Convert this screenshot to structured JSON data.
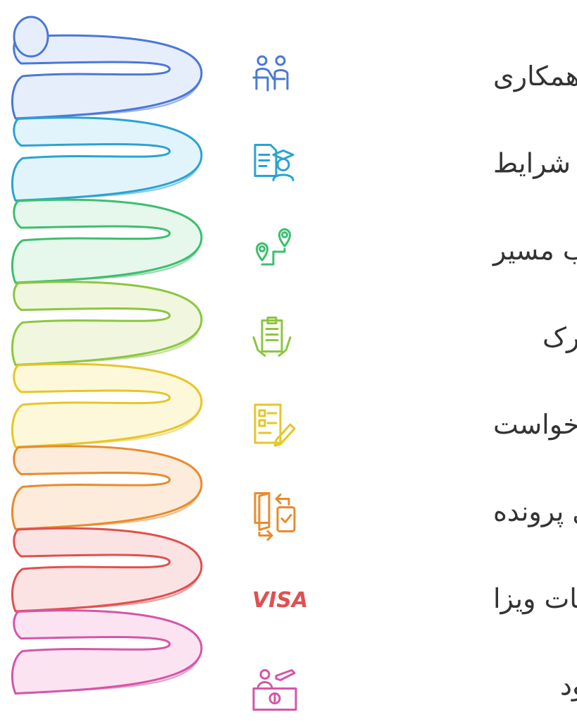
{
  "steps": [
    {
      "label": "شروع همکاری",
      "icon": "collaboration-icon",
      "color": "#4a78d6",
      "fill": "#e7eefb"
    },
    {
      "label": "تحلیل شرایط",
      "icon": "document-graduate-icon",
      "color": "#2aa3d4",
      "fill": "#e2f4fb"
    },
    {
      "label": "انتخاب مسیر",
      "icon": "route-pins-icon",
      "color": "#3cbf6e",
      "fill": "#e6f7ec"
    },
    {
      "label": "آماده‌سازی مدارک",
      "icon": "clipboard-hands-icon",
      "color": "#8cc63f",
      "fill": "#f0f7de"
    },
    {
      "label": "ثبت درخواست",
      "icon": "form-pencil-icon",
      "color": "#e6c629",
      "fill": "#fdf8d9"
    },
    {
      "label": "پیگیری پرونده",
      "icon": "folder-transfer-icon",
      "color": "#e88b2e",
      "fill": "#fdecdc"
    },
    {
      "label": "خدمات ویزا",
      "icon": "visa-logo",
      "icon_text": "VISA",
      "color": "#e0504f",
      "fill": "#fce3e3"
    },
    {
      "label": "خدمات پس از ورود",
      "icon": "arrival-desk-icon",
      "color": "#d456a8",
      "fill": "#fbe3f2"
    }
  ]
}
